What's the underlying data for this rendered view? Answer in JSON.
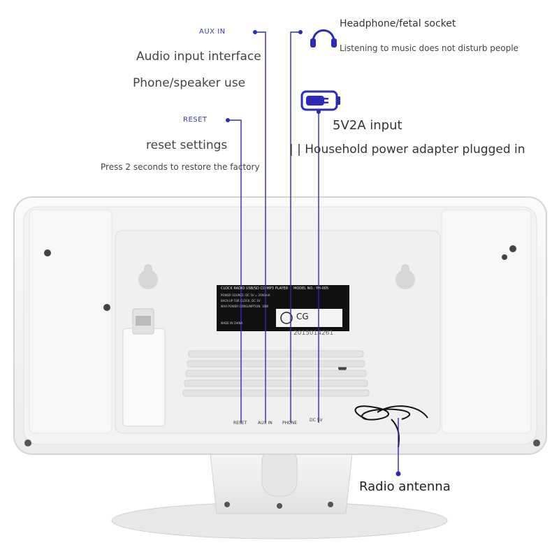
{
  "callouts": {
    "aux_tag": "AUX IN",
    "aux_title": "Audio input interface",
    "aux_sub": "Phone/speaker use",
    "reset_tag": "RESET",
    "reset_title": "reset settings",
    "reset_sub": "Press 2 seconds to restore the factory",
    "headphone_title": "Headphone/fetal socket",
    "headphone_sub": "Listening to music does not disturb people",
    "power_title": "5V2A input",
    "power_sub": "| | Household power adapter plugged in",
    "antenna_title": "Radio antenna"
  },
  "device": {
    "label_line1": "CLOCK RADIO USB/SD CD MP3 PLAYER",
    "label_model": "MODEL NO.: YH-005",
    "label_line2": "POWER SOURCE: DC 5V = 2000mA",
    "label_line3": "BACK-UP FOR CLOCK: DC 3V",
    "label_line4": "MAX POWER CONSUMPTION: 10W",
    "label_made": "MADE IN CHINA",
    "label_cg": "CG",
    "label_serial": "2015014261",
    "port_reset": "RESET",
    "port_aux": "AUX IN",
    "port_phone": "PHONE",
    "port_dc": "DC 5V"
  },
  "colors": {
    "accent": "#2b2bb8",
    "device_body": "#f4f4f4",
    "device_shadow": "#d9d9d9"
  },
  "icons": [
    "headphone-icon",
    "battery-plug-icon"
  ]
}
